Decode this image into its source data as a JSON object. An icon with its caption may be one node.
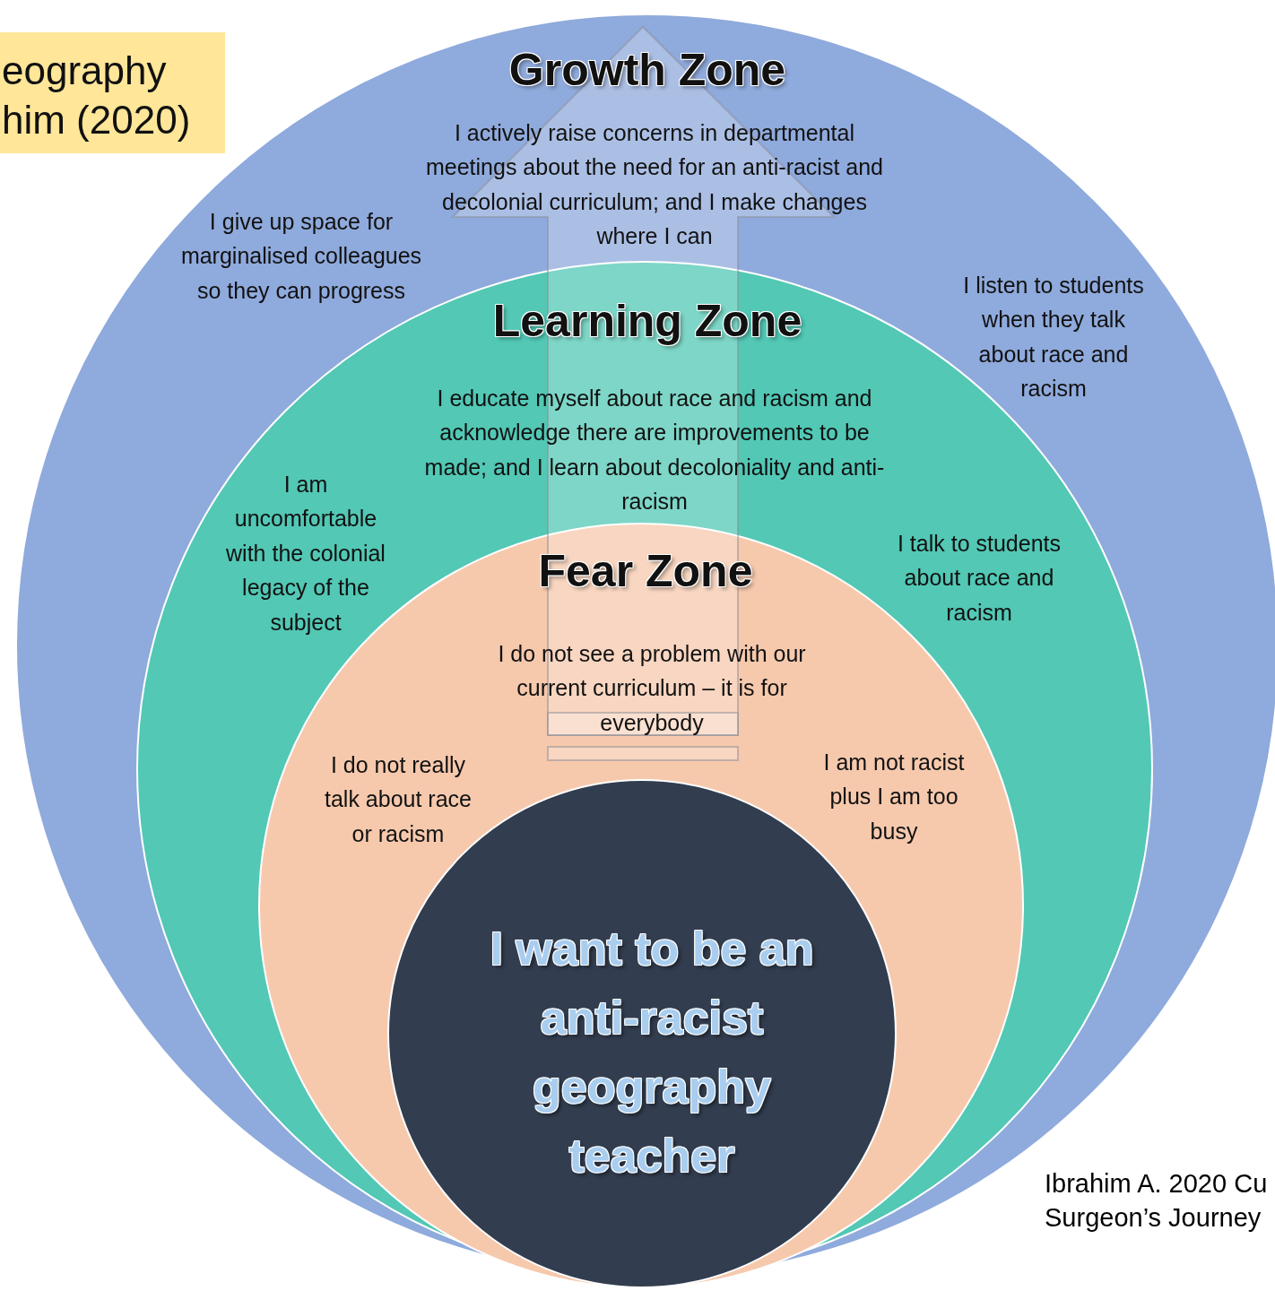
{
  "diagram": {
    "nodes": [
      {
        "text": [
          "eography",
          "him (2020)"
        ]
      },
      {
        "text": [
          "Growth Zone",
          "I actively raise concerns in departmental meetings about the need for an anti-racist and decolonial curriculum; and I make changes where I can",
          "I give up space for marginalised colleagues so they can progress",
          "I listen to students when they talk about race and racism"
        ]
      },
      {
        "text": [
          "Learning Zone",
          "I educate myself about race and racism and acknowledge there are improvements to be made; and I learn about decoloniality and anti-racism",
          "I am uncomfortable with the colonial legacy of the subject",
          "I talk to students about race and racism"
        ],
        "in": 1
      },
      {
        "text": [
          "Fear Zone",
          "I do not see a problem with our current curriculum – it is for everybody",
          "I do not really talk about race or racism",
          "I am not racist plus I am too busy"
        ],
        "in": 2
      },
      {
        "text": [
          "I want to be an anti-racist geography teacher"
        ],
        "in": 3
      }
    ],
    "labels": [
      "Ibrahim A. 2020 Cu",
      "Surgeon’s Journey"
    ]
  }
}
